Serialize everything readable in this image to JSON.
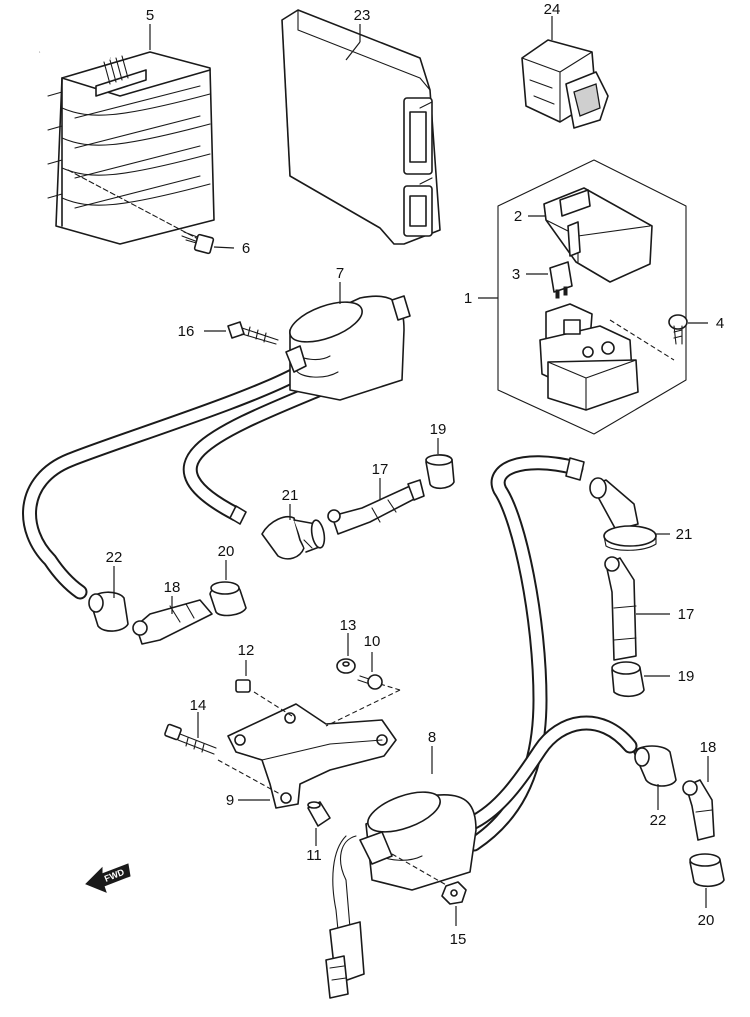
{
  "diagram": {
    "callouts": [
      {
        "id": "c5",
        "label": "5"
      },
      {
        "id": "c23",
        "label": "23"
      },
      {
        "id": "c24",
        "label": "24"
      },
      {
        "id": "c6",
        "label": "6"
      },
      {
        "id": "c2",
        "label": "2"
      },
      {
        "id": "c3",
        "label": "3"
      },
      {
        "id": "c1",
        "label": "1"
      },
      {
        "id": "c4",
        "label": "4"
      },
      {
        "id": "c7",
        "label": "7"
      },
      {
        "id": "c16",
        "label": "16"
      },
      {
        "id": "c19a",
        "label": "19"
      },
      {
        "id": "c17a",
        "label": "17"
      },
      {
        "id": "c21a",
        "label": "21"
      },
      {
        "id": "c21b",
        "label": "21"
      },
      {
        "id": "c22a",
        "label": "22"
      },
      {
        "id": "c20a",
        "label": "20"
      },
      {
        "id": "c18a",
        "label": "18"
      },
      {
        "id": "c17b",
        "label": "17"
      },
      {
        "id": "c19b",
        "label": "19"
      },
      {
        "id": "c13",
        "label": "13"
      },
      {
        "id": "c10",
        "label": "10"
      },
      {
        "id": "c12",
        "label": "12"
      },
      {
        "id": "c14",
        "label": "14"
      },
      {
        "id": "c8",
        "label": "8"
      },
      {
        "id": "c18b",
        "label": "18"
      },
      {
        "id": "c9",
        "label": "9"
      },
      {
        "id": "c22b",
        "label": "22"
      },
      {
        "id": "c11",
        "label": "11"
      },
      {
        "id": "c20b",
        "label": "20"
      },
      {
        "id": "c15",
        "label": "15"
      }
    ],
    "fwd_label": "FWD",
    "colors": {
      "line": "#1a1a1a",
      "background": "#ffffff",
      "shade": "#cfcfcf"
    }
  }
}
